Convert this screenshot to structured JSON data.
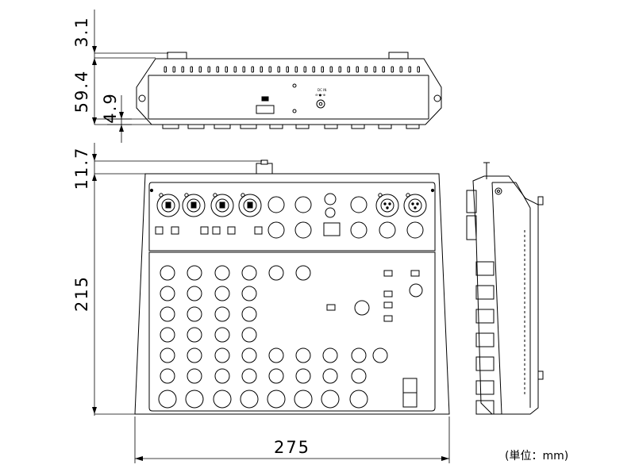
{
  "dimensions": {
    "top_gap": "3.1",
    "rear_height": "59.4",
    "foot_height": "4.9",
    "handle_depth": "11.7",
    "depth": "215",
    "width": "275"
  },
  "unit_note": "(単位：mm)",
  "rear_panel": {
    "dc_in_label": "DC IN",
    "dc_in_polarity": "⊖-●-⊕"
  }
}
